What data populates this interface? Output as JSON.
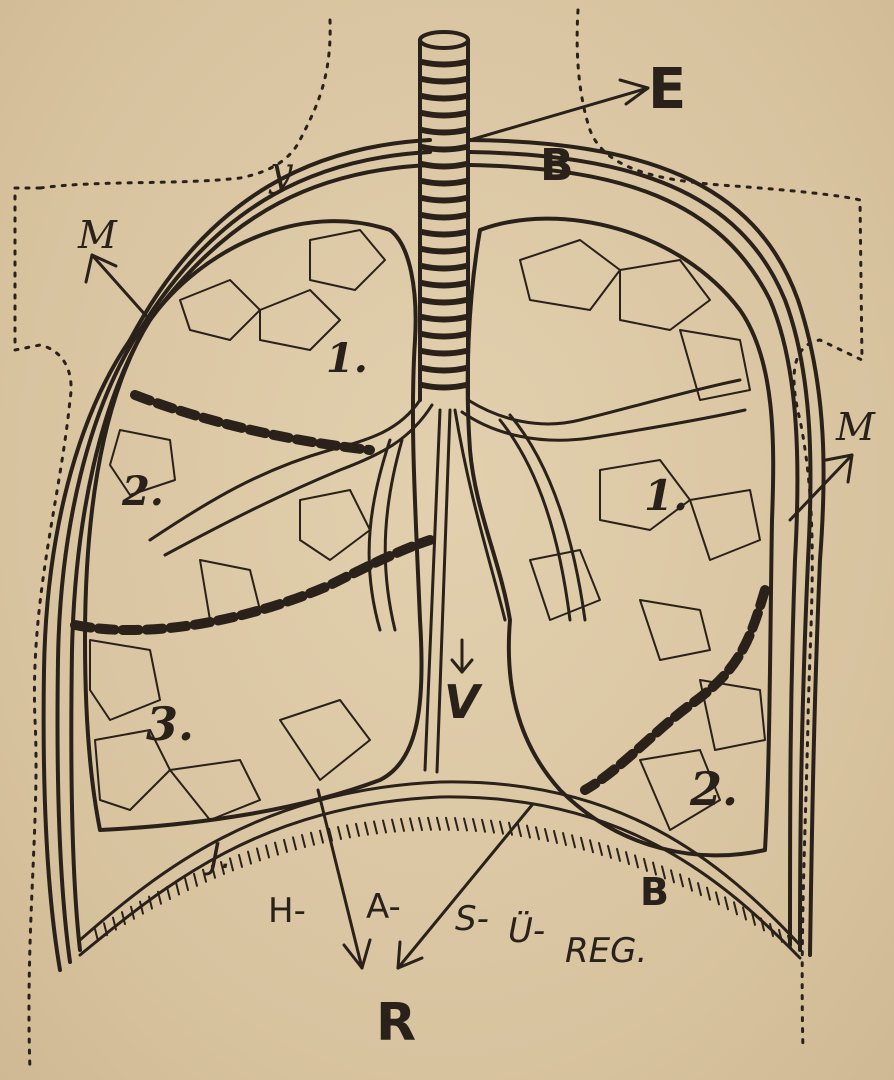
{
  "labels": {
    "E": "E",
    "B_top": "B",
    "B_bottom": "B",
    "y": "y",
    "M_left": "M",
    "M_right": "M",
    "lobe_left_1": "1.",
    "lobe_left_2": "2.",
    "lobe_left_3": "3.",
    "lobe_right_1": "1.",
    "lobe_right_2": "2.",
    "V": "V",
    "J": "J.",
    "R": "R",
    "bottom_caption_H": "H-",
    "bottom_caption_A": "A-",
    "bottom_caption_S": "S-",
    "bottom_caption_U": "Ü-",
    "bottom_caption_REG": "REG."
  },
  "colors": {
    "paper": "#dcc9a6",
    "ink": "#2a211a"
  }
}
